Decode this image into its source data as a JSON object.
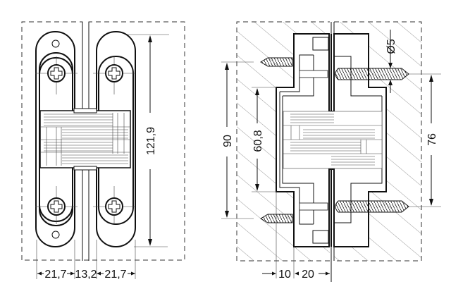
{
  "front_view": {
    "height_label": "121,9",
    "width_labels": [
      "21,7",
      "13,2",
      "21,7"
    ]
  },
  "section_view": {
    "screw_spacing_outer_label": "90",
    "body_height_label": "60,8",
    "screw_spacing_inner_label": "76",
    "screw_diameter_label": "Ø5",
    "depth_labels": [
      "10",
      "20"
    ]
  },
  "colors": {
    "line": "#111111",
    "background": "#ffffff"
  }
}
